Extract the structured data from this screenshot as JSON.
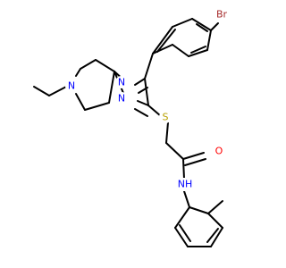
{
  "colors": {
    "background": "#ffffff",
    "bond": "#000000",
    "nitrogen": "#0000ff",
    "oxygen": "#ff0000",
    "sulfur": "#b8a000",
    "bromine": "#a52a2a"
  },
  "labels": {
    "ring_n_upper": "N",
    "ring_n_lower": "N",
    "amine_n": "N",
    "sulfur": "S",
    "bromine": "Br",
    "oxygen": "O",
    "amide_nh": "NH"
  }
}
